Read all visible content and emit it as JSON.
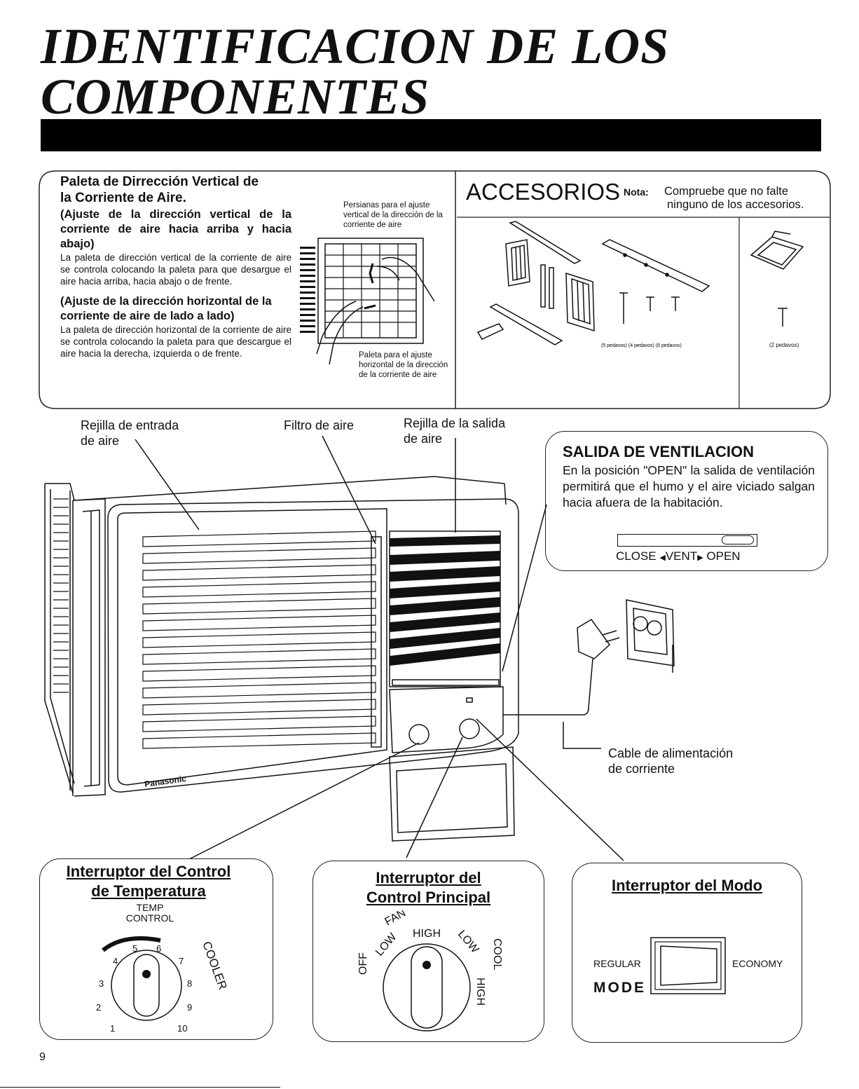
{
  "title": {
    "line1": "IDENTIFICACION DE LOS",
    "line2": "COMPONENTES"
  },
  "paleta": {
    "heading_line1": "Paleta de Dirrección Vertical de",
    "heading_line2": "la Corriente de Aire.",
    "vertical_heading": "(Ajuste de la dirección vertical de la corriente de aire hacia arriba y hacia abajo)",
    "vertical_body": "La paleta de dirección vertical de la corriente de aire se controla colocando la paleta para que desargue el aire hacia arriba, hacia abajo o de frente.",
    "horizontal_heading": "(Ajuste de la dirección horizontal de la corriente de aire de lado a lado)",
    "horizontal_body": "La paleta de dirección horizontal de la corriente de aire se controla colocando la paleta para que descargue el aire hacia la derecha, izquierda o de frente.",
    "louvers_caption": "Persianas para el ajuste vertical de la dirección de la corriente de aire",
    "paddle_caption": "Paleta para el ajuste horizontal de la dirección de la corriente de aire"
  },
  "accesorios": {
    "title": "ACCESORIOS",
    "nota_label": "Nota:",
    "nota_text_line1": "Compruebe que no falte",
    "nota_text_line2": "ninguno de los accesorios.",
    "screw_counts": "(5 pedavos) (4 pedavos) (6 pedavos)",
    "bracket_count": "(2 pedavos)"
  },
  "labels": {
    "rejilla_entrada_1": "Rejilla de entrada",
    "rejilla_entrada_2": "de aire",
    "filtro": "Filtro de aire",
    "rejilla_salida_1": "Rejilla de la salida",
    "rejilla_salida_2": "de aire",
    "cable_1": "Cable de alimentación",
    "cable_2": "de corriente",
    "brand": "Panasonic"
  },
  "salida": {
    "title": "SALIDA DE VENTILACION",
    "body": "En la posición \"OPEN\" la salida de ventilación permitirá que el humo y el aire viciado salgan hacia afuera de la habitación.",
    "close": "CLOSE",
    "vent": "VENT",
    "open": "OPEN"
  },
  "temp_control": {
    "title_line1": "Interruptor del Control",
    "title_line2": "de Temperatura",
    "dial_label_1": "TEMP",
    "dial_label_2": "CONTROL",
    "cooler": "COOLER",
    "numbers": [
      "1",
      "2",
      "3",
      "4",
      "5",
      "6",
      "7",
      "8",
      "9",
      "10"
    ]
  },
  "main_control": {
    "title_line1": "Interruptor del",
    "title_line2": "Control Principal",
    "fan": "FAN",
    "high_top": "HIGH",
    "low_left": "LOW",
    "low_right": "LOW",
    "cool": "COOL",
    "high_right": "HIGH",
    "off": "OFF"
  },
  "mode": {
    "title": "Interruptor del Modo",
    "regular": "REGULAR",
    "economy": "ECONOMY",
    "mode_label": "MODE"
  },
  "page_number": "9"
}
